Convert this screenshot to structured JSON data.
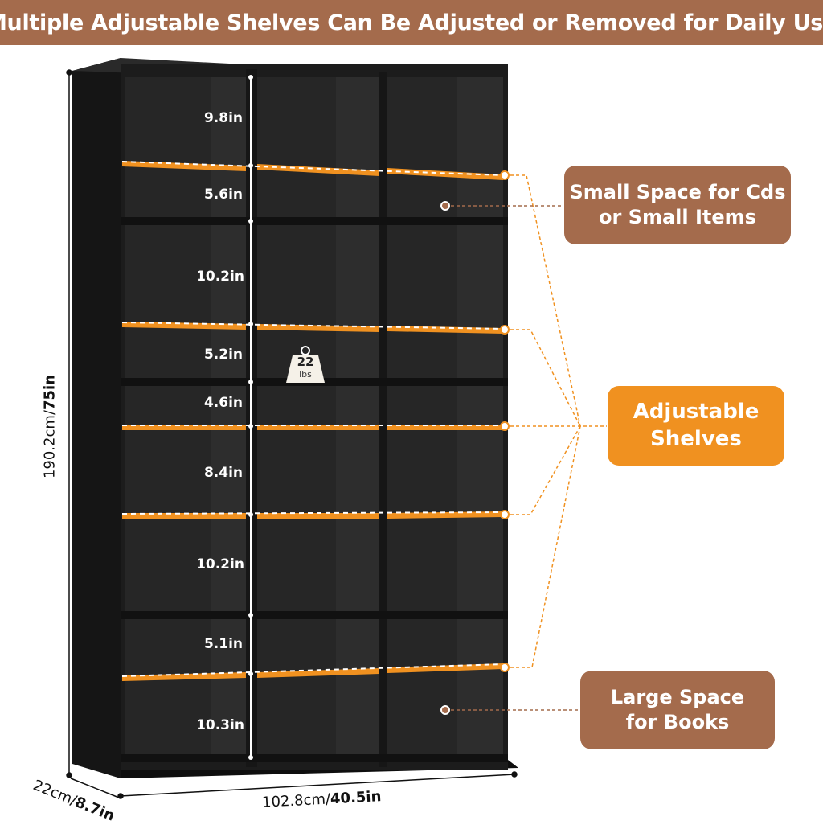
{
  "banner": {
    "title": "Multiple Adjustable Shelves Can Be Adjusted or Removed for Daily Use"
  },
  "callouts": {
    "small_space": "Small Space for Cds\nor Small Items",
    "adjustable": "Adjustable\nShelves",
    "large_space": "Large Space\nfor Books"
  },
  "dimensions": {
    "height_cm": "190.2cm/",
    "height_in": "75in",
    "width_cm": "102.8cm/",
    "width_in": "40.5in",
    "depth_cm": "22cm/",
    "depth_in": "8.7in"
  },
  "shelf_heights": [
    "9.8in",
    "5.6in",
    "10.2in",
    "5.2in",
    "4.6in",
    "8.4in",
    "10.2in",
    "5.1in",
    "10.3in"
  ],
  "weight": {
    "value": "22",
    "unit": "lbs"
  },
  "colors": {
    "banner": "#a46b4c",
    "accent": "#f09120",
    "cabinet": "#1c1c1c"
  }
}
